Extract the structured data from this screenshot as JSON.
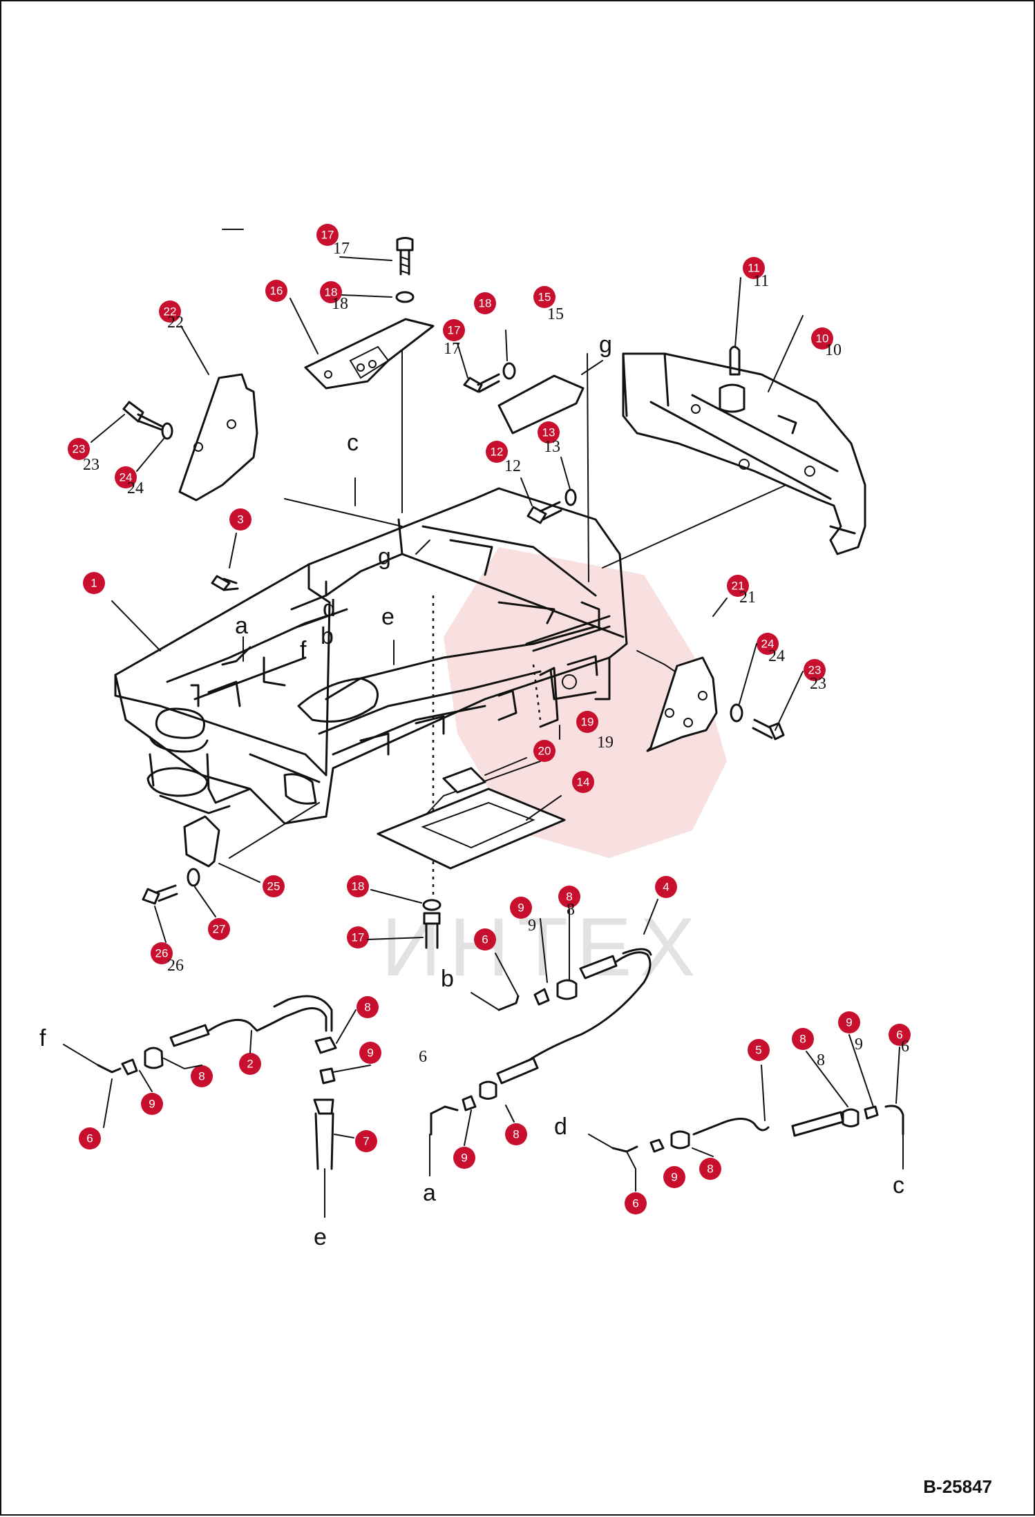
{
  "figure_code": "B-25847",
  "callouts": [
    {
      "n": "1"
    },
    {
      "n": "2"
    },
    {
      "n": "3"
    },
    {
      "n": "4"
    },
    {
      "n": "5"
    },
    {
      "n": "6"
    },
    {
      "n": "6"
    },
    {
      "n": "6"
    },
    {
      "n": "6"
    },
    {
      "n": "6"
    },
    {
      "n": "7"
    },
    {
      "n": "8"
    },
    {
      "n": "8"
    },
    {
      "n": "8"
    },
    {
      "n": "8"
    },
    {
      "n": "8"
    },
    {
      "n": "8"
    },
    {
      "n": "8"
    },
    {
      "n": "9"
    },
    {
      "n": "9"
    },
    {
      "n": "9"
    },
    {
      "n": "9"
    },
    {
      "n": "9"
    },
    {
      "n": "9"
    },
    {
      "n": "10"
    },
    {
      "n": "11"
    },
    {
      "n": "12"
    },
    {
      "n": "13"
    },
    {
      "n": "14"
    },
    {
      "n": "15"
    },
    {
      "n": "16"
    },
    {
      "n": "17"
    },
    {
      "n": "17"
    },
    {
      "n": "17"
    },
    {
      "n": "18"
    },
    {
      "n": "18"
    },
    {
      "n": "18"
    },
    {
      "n": "19"
    },
    {
      "n": "20"
    },
    {
      "n": "21"
    },
    {
      "n": "22"
    },
    {
      "n": "23"
    },
    {
      "n": "23"
    },
    {
      "n": "24"
    },
    {
      "n": "24"
    },
    {
      "n": "25"
    },
    {
      "n": "26"
    },
    {
      "n": "27"
    }
  ],
  "part_labels": [
    "17",
    "18",
    "15",
    "17",
    "22",
    "13",
    "12",
    "23",
    "24",
    "11",
    "10",
    "21",
    "24",
    "23",
    "19",
    "26",
    "9",
    "6",
    "8",
    "6",
    "9",
    "8"
  ],
  "connection_letters": [
    "c",
    "g",
    "g",
    "a",
    "d",
    "b",
    "e",
    "f",
    "b",
    "f",
    "e",
    "a",
    "d",
    "c"
  ]
}
